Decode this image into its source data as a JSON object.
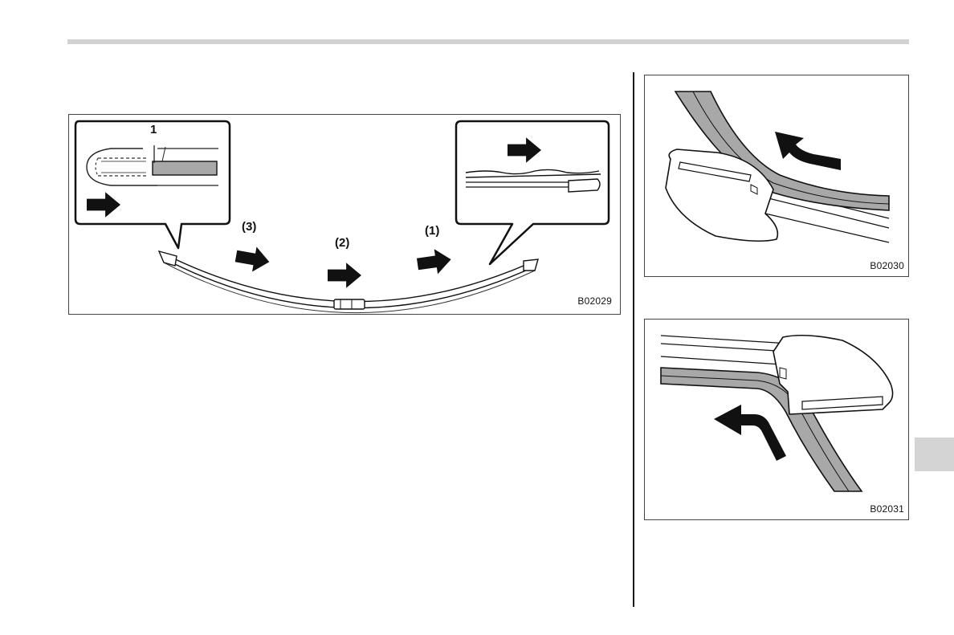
{
  "main_figure": {
    "code": "B02029",
    "part_label": "1",
    "step_labels": [
      "(3)",
      "(2)",
      "(1)"
    ]
  },
  "right_figure_top": {
    "code": "B02030"
  },
  "right_figure_bottom": {
    "code": "B02031"
  },
  "colors": {
    "rubber_fill": "#a8a8a8",
    "tab_gray": "#d4d4d4",
    "rule_gray": "#d2d2d2",
    "arrow": "#111111"
  }
}
